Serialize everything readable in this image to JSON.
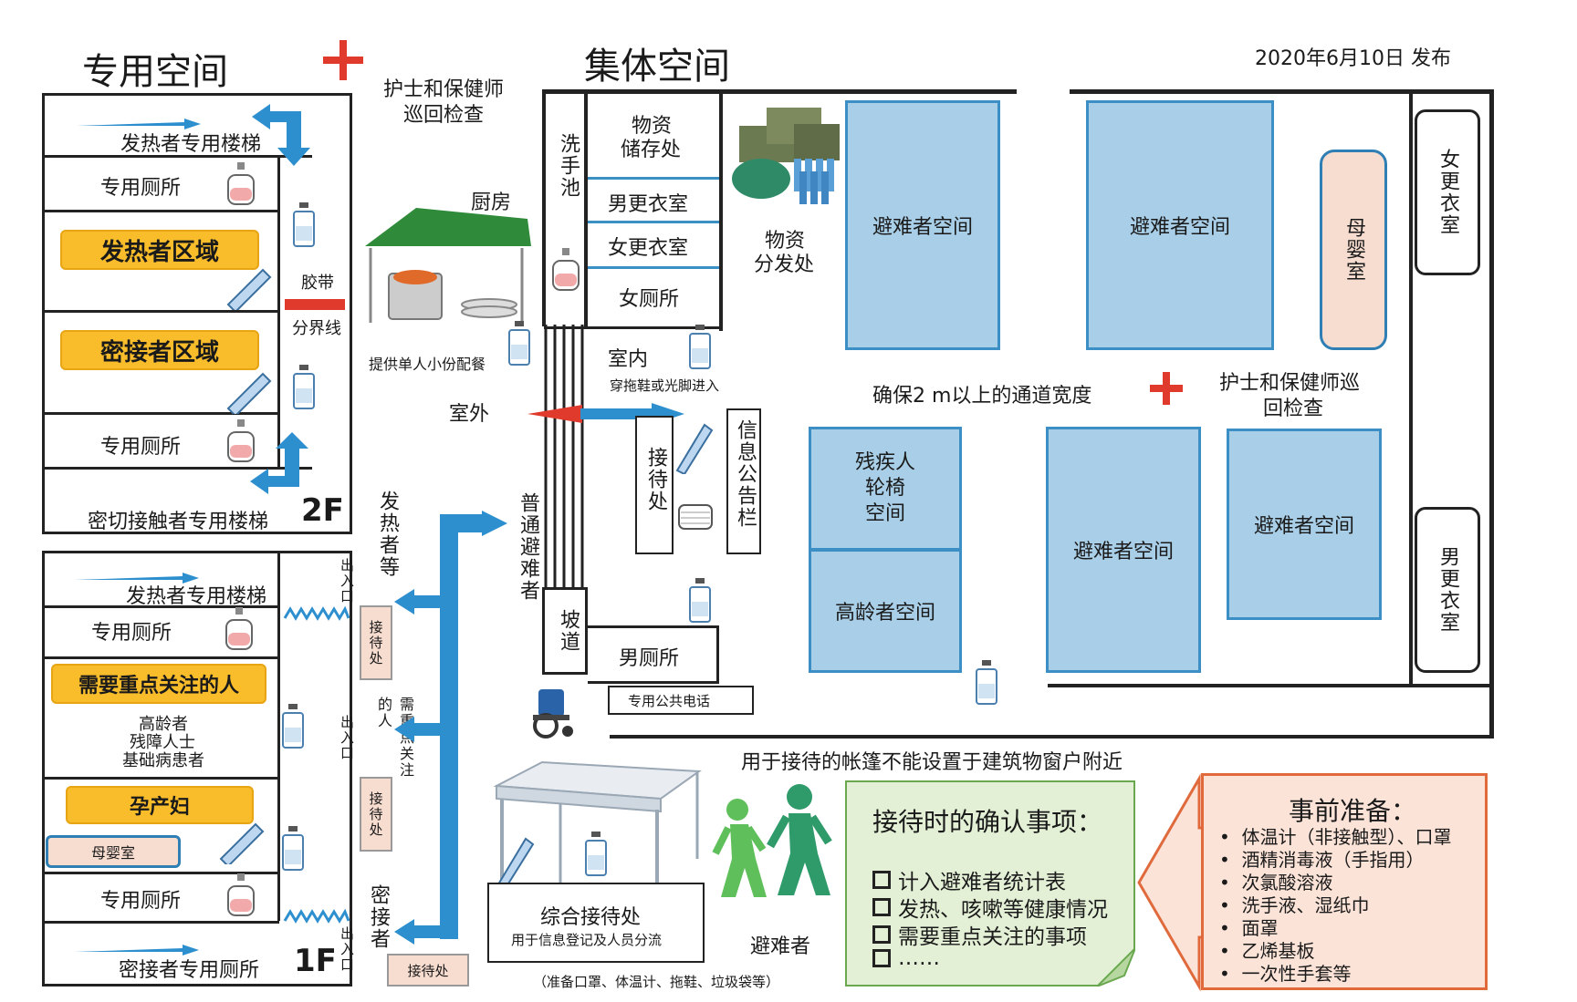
{
  "header": {
    "left_title": "专用空间",
    "center_title": "集体空间",
    "publish_date": "2020年6月10日 发布"
  },
  "nurse_check": {
    "line1": "护士和保健师",
    "line2": "巡回检查"
  },
  "nurse_check_right": {
    "line1": "护士和保健师巡",
    "line2": "回检查"
  },
  "floor2": {
    "fever_stairs": "发热者专用楼梯",
    "toilet_top": "专用厕所",
    "fever_area": "发热者区域",
    "contact_area": "密接者区域",
    "toilet_bottom": "专用厕所",
    "contact_stairs": "密切接触者专用楼梯",
    "floor_label": "2F",
    "tape_label": "胶带",
    "divider_label": "分界线"
  },
  "floor1": {
    "fever_stairs": "发热者专用楼梯",
    "toilet_top": "专用厕所",
    "attention": "需要重点关注的人",
    "attention_detail": [
      "高龄者",
      "残障人士",
      "基础病患者"
    ],
    "pregnant": "孕产妇",
    "nursing_room": "母婴室",
    "toilet_bottom": "专用厕所",
    "contact_toilet": "密接者专用厕所",
    "floor_label": "1F"
  },
  "kitchen": {
    "label": "厨房",
    "meal": "提供单人小份配餐"
  },
  "outdoor": "室外",
  "indoor": "室内",
  "shoe_note": "穿拖鞋或光脚进入",
  "rooms": {
    "sink": "洗手池",
    "storage": "物资\n储存处",
    "men_locker": "男更衣室",
    "women_locker": "女更衣室",
    "women_toilet": "女厕所",
    "distribution": "物资\n分发处",
    "reception": "接待处",
    "bulletin": "信息公告栏",
    "ramp": "坡道",
    "men_toilet": "男厕所",
    "phone": "专用公共电话",
    "evac_space": "避难者空间",
    "wheelchair": "残疾人\n轮椅\n空间",
    "elderly": "高龄者空间",
    "nursing_room": "母\n婴\n室",
    "women_locker_right": "女\n更\n衣\n室",
    "men_locker_right": "男\n更\n衣\n室",
    "corridor_note": "确保2 m以上的通道宽度"
  },
  "flow": {
    "general_evacuee": "普通避难者",
    "fever": "发热者等",
    "attention": "需重点关注的人",
    "contact": "密接者",
    "entrance": "出入口",
    "reception_small": "接待处"
  },
  "bottom": {
    "tent_note": "用于接待的帐篷不能设置于建筑物窗户附近",
    "general_reception": "综合接待处",
    "general_reception_sub": "用于信息登记及人员分流",
    "supplies_note": "（准备口罩、体温计、拖鞋、垃圾袋等）",
    "evacuee": "避难者"
  },
  "checklist": {
    "title": "接待时的确认事项：",
    "items": [
      "计入避难者统计表",
      "发热、咳嗽等健康情况",
      "需要重点关注的事项",
      "……"
    ]
  },
  "prep": {
    "title": "事前准备：",
    "items": [
      "体温计（非接触型）、口罩",
      "酒精消毒液（手指用）",
      "次氯酸溶液",
      "洗手液、湿纸巾",
      "面罩",
      "乙烯基板",
      "一次性手套等"
    ]
  },
  "colors": {
    "room_fill": "#a9cfe8",
    "room_border": "#3c8fc4",
    "orange": "#f9bd2b",
    "arrow_blue": "#2e8fcf",
    "red_cross": "#e03a2c",
    "check_bg": "#e3f0d6",
    "prep_bg": "#fbe3d8",
    "prep_border": "#e06a3c"
  }
}
